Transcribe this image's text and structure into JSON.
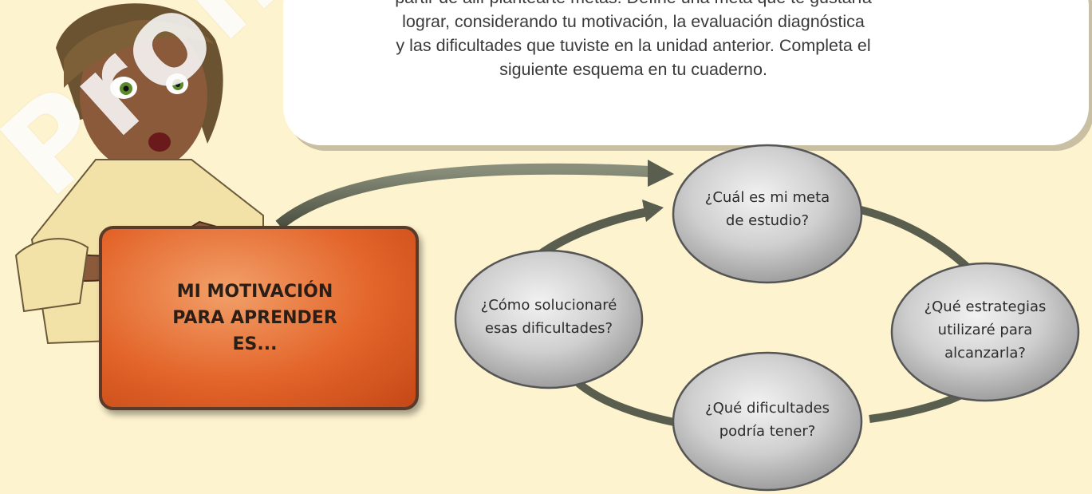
{
  "instructions": {
    "line1": "partir de allí plantearte metas. Define una meta que te gustaría",
    "line2": "lograr, considerando tu motivación, la evaluación diagnóstica",
    "line3": "y las dificultades que tuviste en la unidad anterior. Completa el",
    "line4": "siguiente esquema en tu cuaderno."
  },
  "watermark": "Prohibida",
  "motivation_box": {
    "line1": "MI MOTIVACIÓN",
    "line2": "PARA APRENDER",
    "line3": "ES..."
  },
  "cycle": {
    "goal": {
      "line1": "¿Cuál es mi meta",
      "line2": "de estudio?"
    },
    "strategies": {
      "line1": "¿Qué estrategias",
      "line2": "utilizaré para",
      "line3": "alcanzarla?"
    },
    "difficulties": {
      "line1": "¿Qué dificultades",
      "line2": "podría tener?"
    },
    "solutions": {
      "line1": "¿Cómo solucionaré",
      "line2": "esas dificultades?"
    }
  },
  "colors": {
    "background": "#fdf3cf",
    "node_fill": "#cfcfcf",
    "arrow": "#5c6150",
    "box_orange": "#e3652a"
  }
}
